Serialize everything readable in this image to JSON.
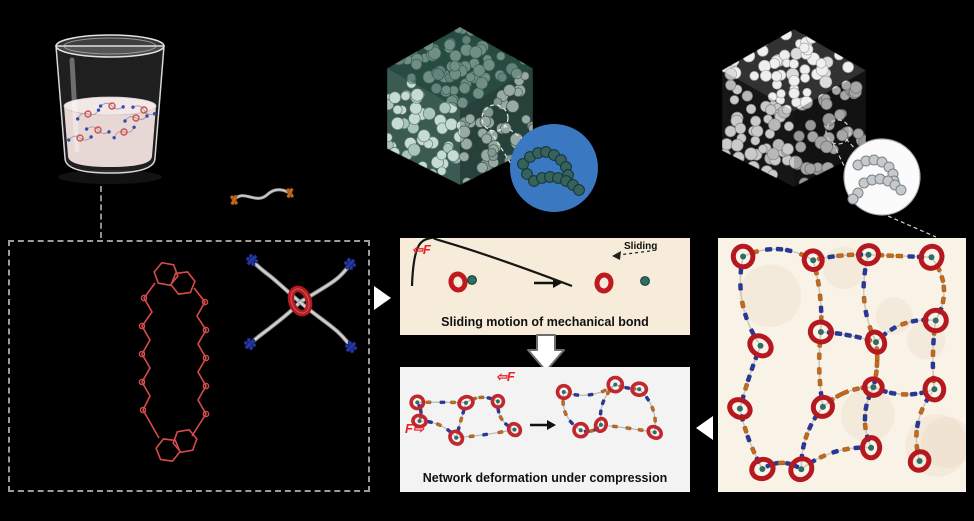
{
  "figure": {
    "labels": {
      "force": "F",
      "arrow_left": "⇦",
      "arrow_right": "⇨",
      "sliding": "Sliding"
    },
    "captions": {
      "sliding_box": "Sliding motion of mechanical bond",
      "network_box": "Network deformation under compression"
    },
    "colors": {
      "background": "#000000",
      "mechanical_bond_red": "#b5191f",
      "force_red": "#e8222a",
      "stopper_blue": "#26379f",
      "axle_orange": "#c2691c",
      "bead_teal": "#2f6e66",
      "cube_teal_sphere": "#c4dad1",
      "cube_gray_sphere": "#eeeeee",
      "zoom_circle_blue": "#3a78c2",
      "sliding_box_bg": "#f6ecd9",
      "network_box_bg": "#f3f3f3",
      "network_panel_bg": "#f9f2e7"
    },
    "icons": {
      "beaker": "solution-beaker-icon",
      "axle": "axle-molecule-icon",
      "macrocycle": "red-macrocycle-structure-icon",
      "crosslinker": "rotaxane-crosslinker-icon",
      "teal_cube": "coarse-grained-cube-icon",
      "gray_cube": "bead-spring-cube-icon",
      "blue_zoom": "zoom-circle-blue-icon",
      "gray_zoom": "zoom-circle-gray-icon",
      "network": "polyrotaxane-network-icon"
    }
  }
}
